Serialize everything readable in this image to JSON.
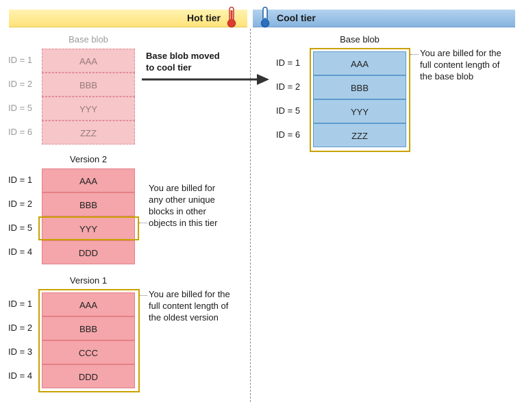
{
  "header": {
    "hot_tier": "Hot tier",
    "cool_tier": "Cool tier",
    "hot_icon": "thermometer-hot-icon",
    "cool_icon": "thermometer-cool-icon"
  },
  "hot": {
    "base_blob": {
      "title": "Base blob",
      "rows": [
        {
          "id": "ID = 1",
          "value": "AAA"
        },
        {
          "id": "ID = 2",
          "value": "BBB"
        },
        {
          "id": "ID = 5",
          "value": "YYY"
        },
        {
          "id": "ID = 6",
          "value": "ZZZ"
        }
      ]
    },
    "version2": {
      "title": "Version 2",
      "rows": [
        {
          "id": "ID = 1",
          "value": "AAA"
        },
        {
          "id": "ID = 2",
          "value": "BBB"
        },
        {
          "id": "ID = 5",
          "value": "YYY"
        },
        {
          "id": "ID = 4",
          "value": "DDD"
        }
      ],
      "note": [
        "You are billed for",
        "any other unique",
        "blocks in other",
        "objects in this tier"
      ]
    },
    "version1": {
      "title": "Version 1",
      "rows": [
        {
          "id": "ID = 1",
          "value": "AAA"
        },
        {
          "id": "ID = 2",
          "value": "BBB"
        },
        {
          "id": "ID = 3",
          "value": "CCC"
        },
        {
          "id": "ID = 4",
          "value": "DDD"
        }
      ],
      "note": [
        "You are billed for the",
        "full content length of",
        "the oldest version"
      ]
    }
  },
  "arrow": {
    "label": [
      "Base blob moved",
      "to cool tier"
    ]
  },
  "cool": {
    "base_blob": {
      "title": "Base blob",
      "rows": [
        {
          "id": "ID = 1",
          "value": "AAA"
        },
        {
          "id": "ID = 2",
          "value": "BBB"
        },
        {
          "id": "ID = 5",
          "value": "YYY"
        },
        {
          "id": "ID = 6",
          "value": "ZZZ"
        }
      ],
      "note": [
        "You are billed for the",
        "full content length of",
        "the base blob"
      ]
    }
  },
  "colors": {
    "hot_bar": "#ffe27a",
    "cool_bar": "#86b4de",
    "red_block": "#f4a6aa",
    "faded_block": "#f6c6c9",
    "blue_block": "#a9cde9",
    "highlight": "#c9a200"
  }
}
